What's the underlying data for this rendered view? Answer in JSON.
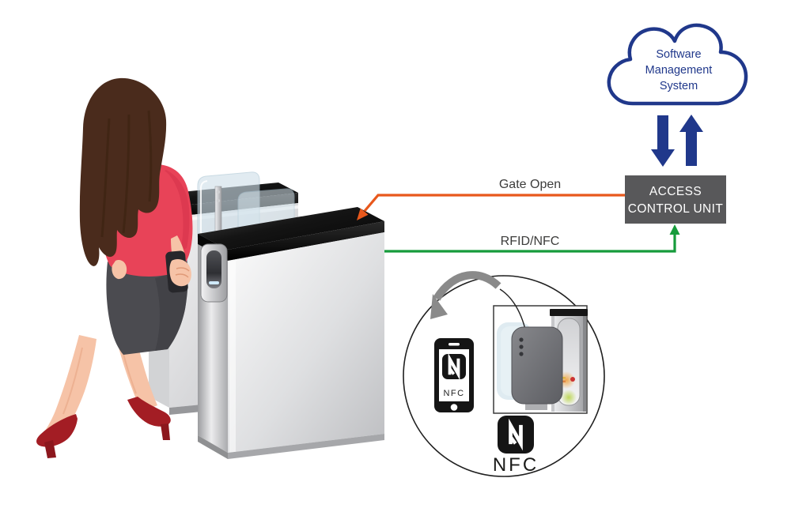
{
  "colors": {
    "navy_blue": "#20388B",
    "orange": "#E8581C",
    "green": "#169B3B",
    "unit_gray": "#58585A",
    "label_gray": "#3C3C3B"
  },
  "cloud": {
    "lines": [
      "Software",
      "Management",
      "System"
    ]
  },
  "access_control_unit": {
    "lines": [
      "ACCESS",
      "CONTROL UNIT"
    ]
  },
  "connections": {
    "gate_open": {
      "label": "Gate Open"
    },
    "rfid_nfc": {
      "label": "RFID/NFC"
    }
  },
  "nfc_detail": {
    "phone_screen_label": "NFC",
    "logo_label": "NFC"
  },
  "icons": {
    "cloud": "cloud-outline",
    "sync_down": "arrow-down",
    "sync_up": "arrow-up",
    "nfc_phone": "smartphone-nfc",
    "nfc_logo": "nfc-n-mark",
    "tap_transfer": "curved-arrow",
    "scene": "turnstile-gate-woman"
  }
}
